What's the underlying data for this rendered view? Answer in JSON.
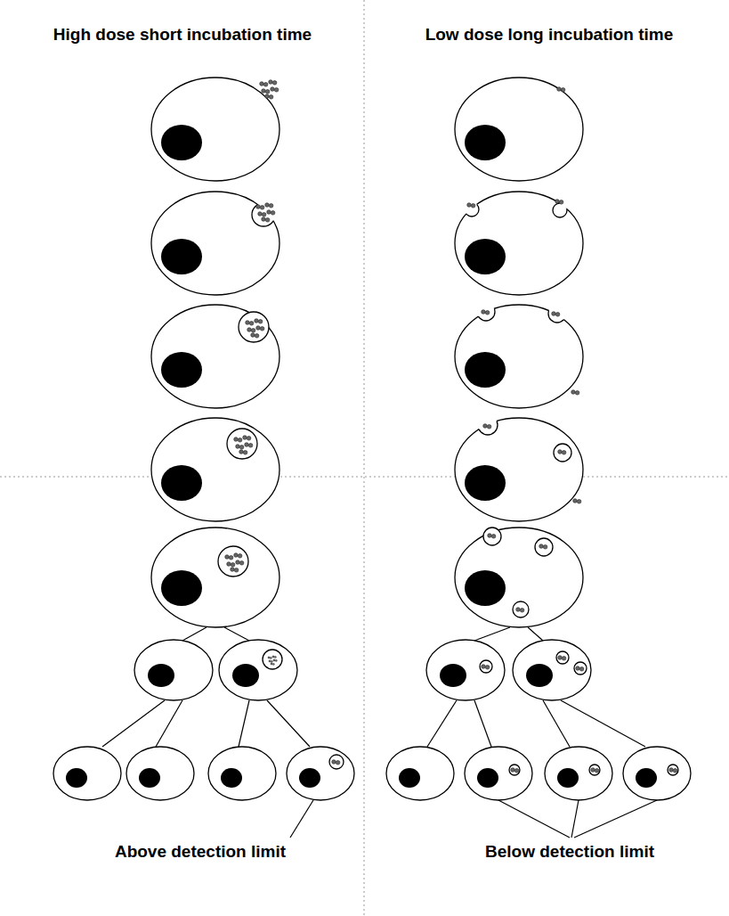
{
  "diagram": {
    "labels": [
      "High dose short incubation time",
      "Low dose long incubation time",
      "Above detection limit",
      "Below detection limit"
    ]
  }
}
